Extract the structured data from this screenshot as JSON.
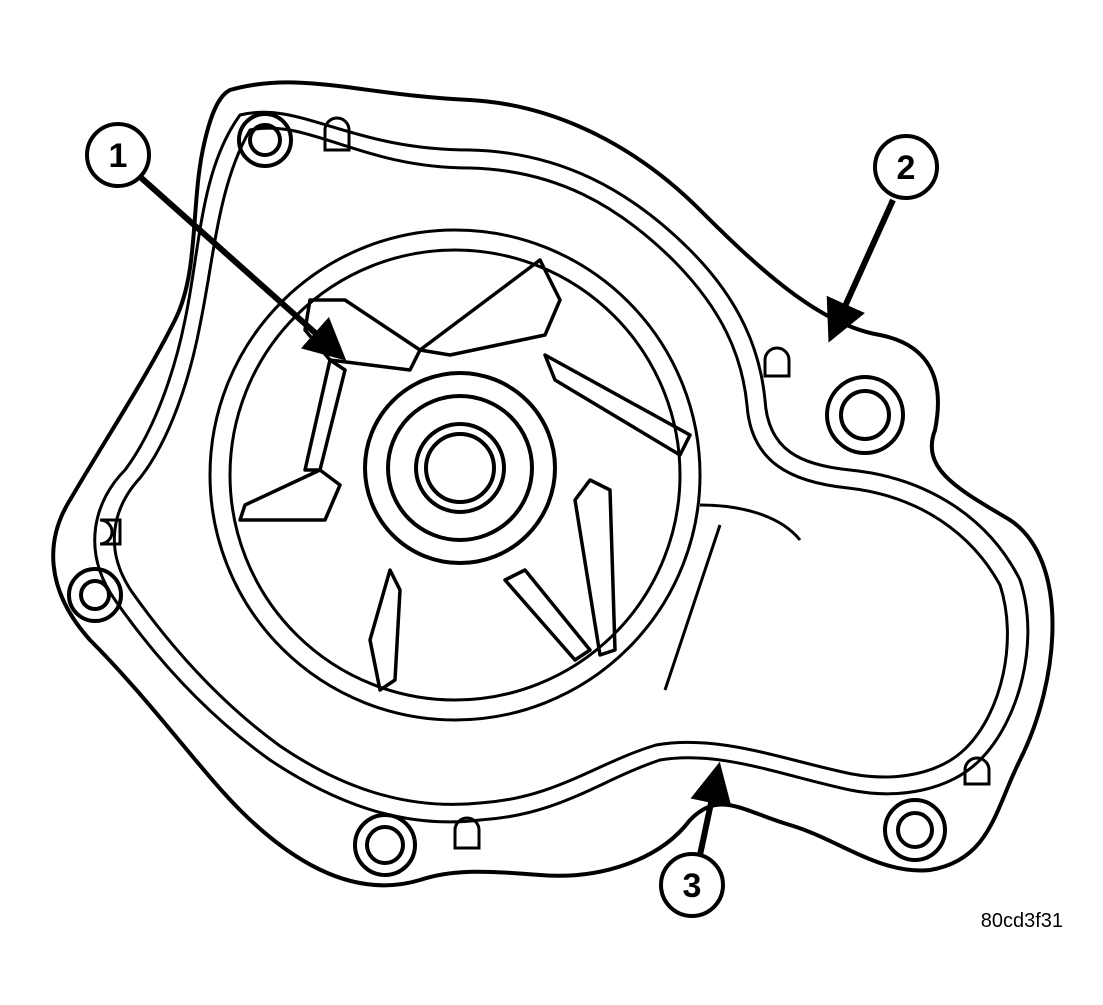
{
  "figure": {
    "code": "80cd3f31"
  },
  "callouts": [
    {
      "id": "1",
      "label": "1"
    },
    {
      "id": "2",
      "label": "2"
    },
    {
      "id": "3",
      "label": "3"
    }
  ],
  "colors": {
    "line": "#000000",
    "background": "#ffffff"
  }
}
